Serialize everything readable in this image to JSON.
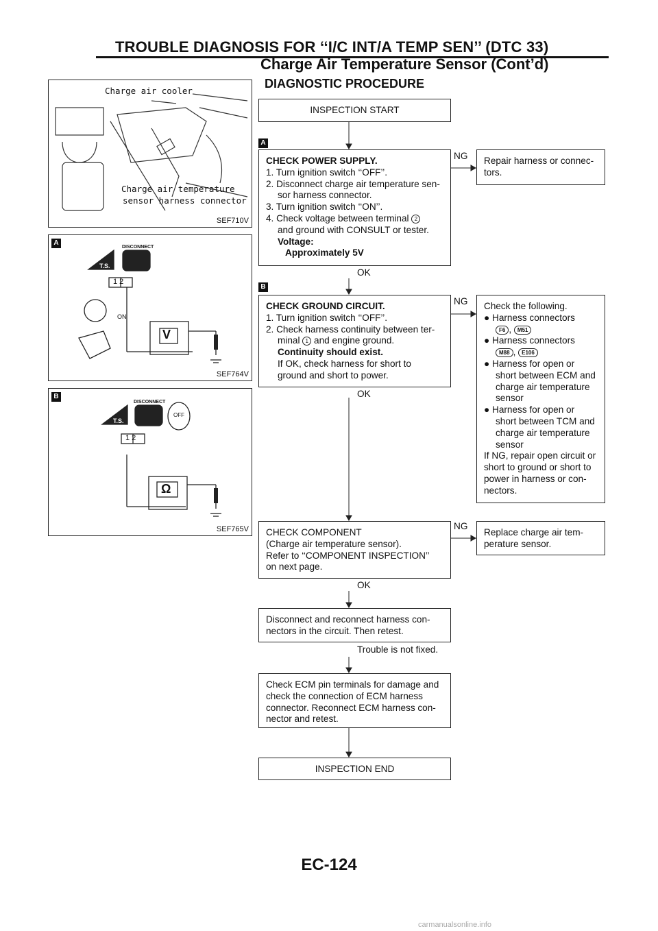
{
  "header": {
    "title": "TROUBLE DIAGNOSIS FOR ‘‘I/C INT/A TEMP SEN’’ (DTC 33)",
    "subtitle": "Charge Air Temperature Sensor (Cont’d)"
  },
  "section_title": "DIAGNOSTIC PROCEDURE",
  "figures": {
    "fig1": {
      "caption": "SEF710V",
      "label_top": "Charge air cooler",
      "label_bottom_1": "Charge air temperature",
      "label_bottom_2": "sensor harness connector"
    },
    "fig2": {
      "caption": "SEF764V",
      "marker": "A",
      "disconnect": "DISCONNECT",
      "ts": "T.S.",
      "pins": "1 2",
      "switch": "ON",
      "meter": "V"
    },
    "fig3": {
      "caption": "SEF765V",
      "marker": "B",
      "disconnect": "DISCONNECT",
      "ts": "T.S.",
      "pins": "1 2",
      "switch": "OFF",
      "meter": "Ω"
    }
  },
  "flow": {
    "start": "INSPECTION START",
    "step_a": {
      "marker": "A",
      "title": "CHECK POWER SUPPLY.",
      "l1": "1. Turn ignition switch ‘‘OFF’’.",
      "l2a": "2. Disconnect charge air temperature sen-",
      "l2b": "sor harness connector.",
      "l3": "3. Turn ignition switch ‘‘ON’’.",
      "l4a": "4. Check voltage between terminal",
      "term": "2",
      "l4b": "and ground with CONSULT or tester.",
      "v_label": "Voltage:",
      "v_value": "Approximately 5V",
      "ok": "OK",
      "ng": "NG",
      "ng_result_1": "Repair harness or connec-",
      "ng_result_2": "tors."
    },
    "step_b": {
      "marker": "B",
      "title": "CHECK GROUND CIRCUIT.",
      "l1": "1. Turn ignition switch ‘‘OFF’’.",
      "l2a": "2. Check harness continuity between ter-",
      "l2b_pre": "minal",
      "term": "1",
      "l2b_post": "and engine ground.",
      "cont": "Continuity should exist.",
      "l3": "If OK, check harness for short to",
      "l4": "ground and short to power.",
      "ok": "OK",
      "ng": "NG",
      "ng_title": "Check the following.",
      "ng_i1": "Harness connectors",
      "c1": "F6",
      "c2": "M51",
      "ng_i2": "Harness connectors",
      "c3": "M88",
      "c4": "E106",
      "ng_i3a": "Harness for open or",
      "ng_i3b": "short between ECM and",
      "ng_i3c": "charge air temperature",
      "ng_i3d": "sensor",
      "ng_i4a": "Harness for open or",
      "ng_i4b": "short between TCM and",
      "ng_i4c": "charge air temperature",
      "ng_i4d": "sensor",
      "ng_e1": "If NG, repair open circuit or",
      "ng_e2": "short to ground or short to",
      "ng_e3": "power in harness or con-",
      "ng_e4": "nectors."
    },
    "step_c": {
      "l1": "CHECK COMPONENT",
      "l2": "(Charge air temperature sensor).",
      "l3": "Refer to ‘‘COMPONENT INSPECTION’’",
      "l4": "on next page.",
      "ok": "OK",
      "ng": "NG",
      "ng_result_1": "Replace charge air tem-",
      "ng_result_2": "perature sensor."
    },
    "step_d": {
      "l1": "Disconnect and reconnect harness con-",
      "l2": "nectors in the circuit. Then retest.",
      "after": "Trouble is not fixed."
    },
    "step_e": {
      "l1": "Check ECM pin terminals for damage and",
      "l2": "check the connection of ECM harness",
      "l3": "connector. Reconnect ECM harness con-",
      "l4": "nector and retest."
    },
    "end": "INSPECTION END"
  },
  "footer": {
    "page": "EC-124",
    "watermark": "carmanualsonline.info"
  }
}
